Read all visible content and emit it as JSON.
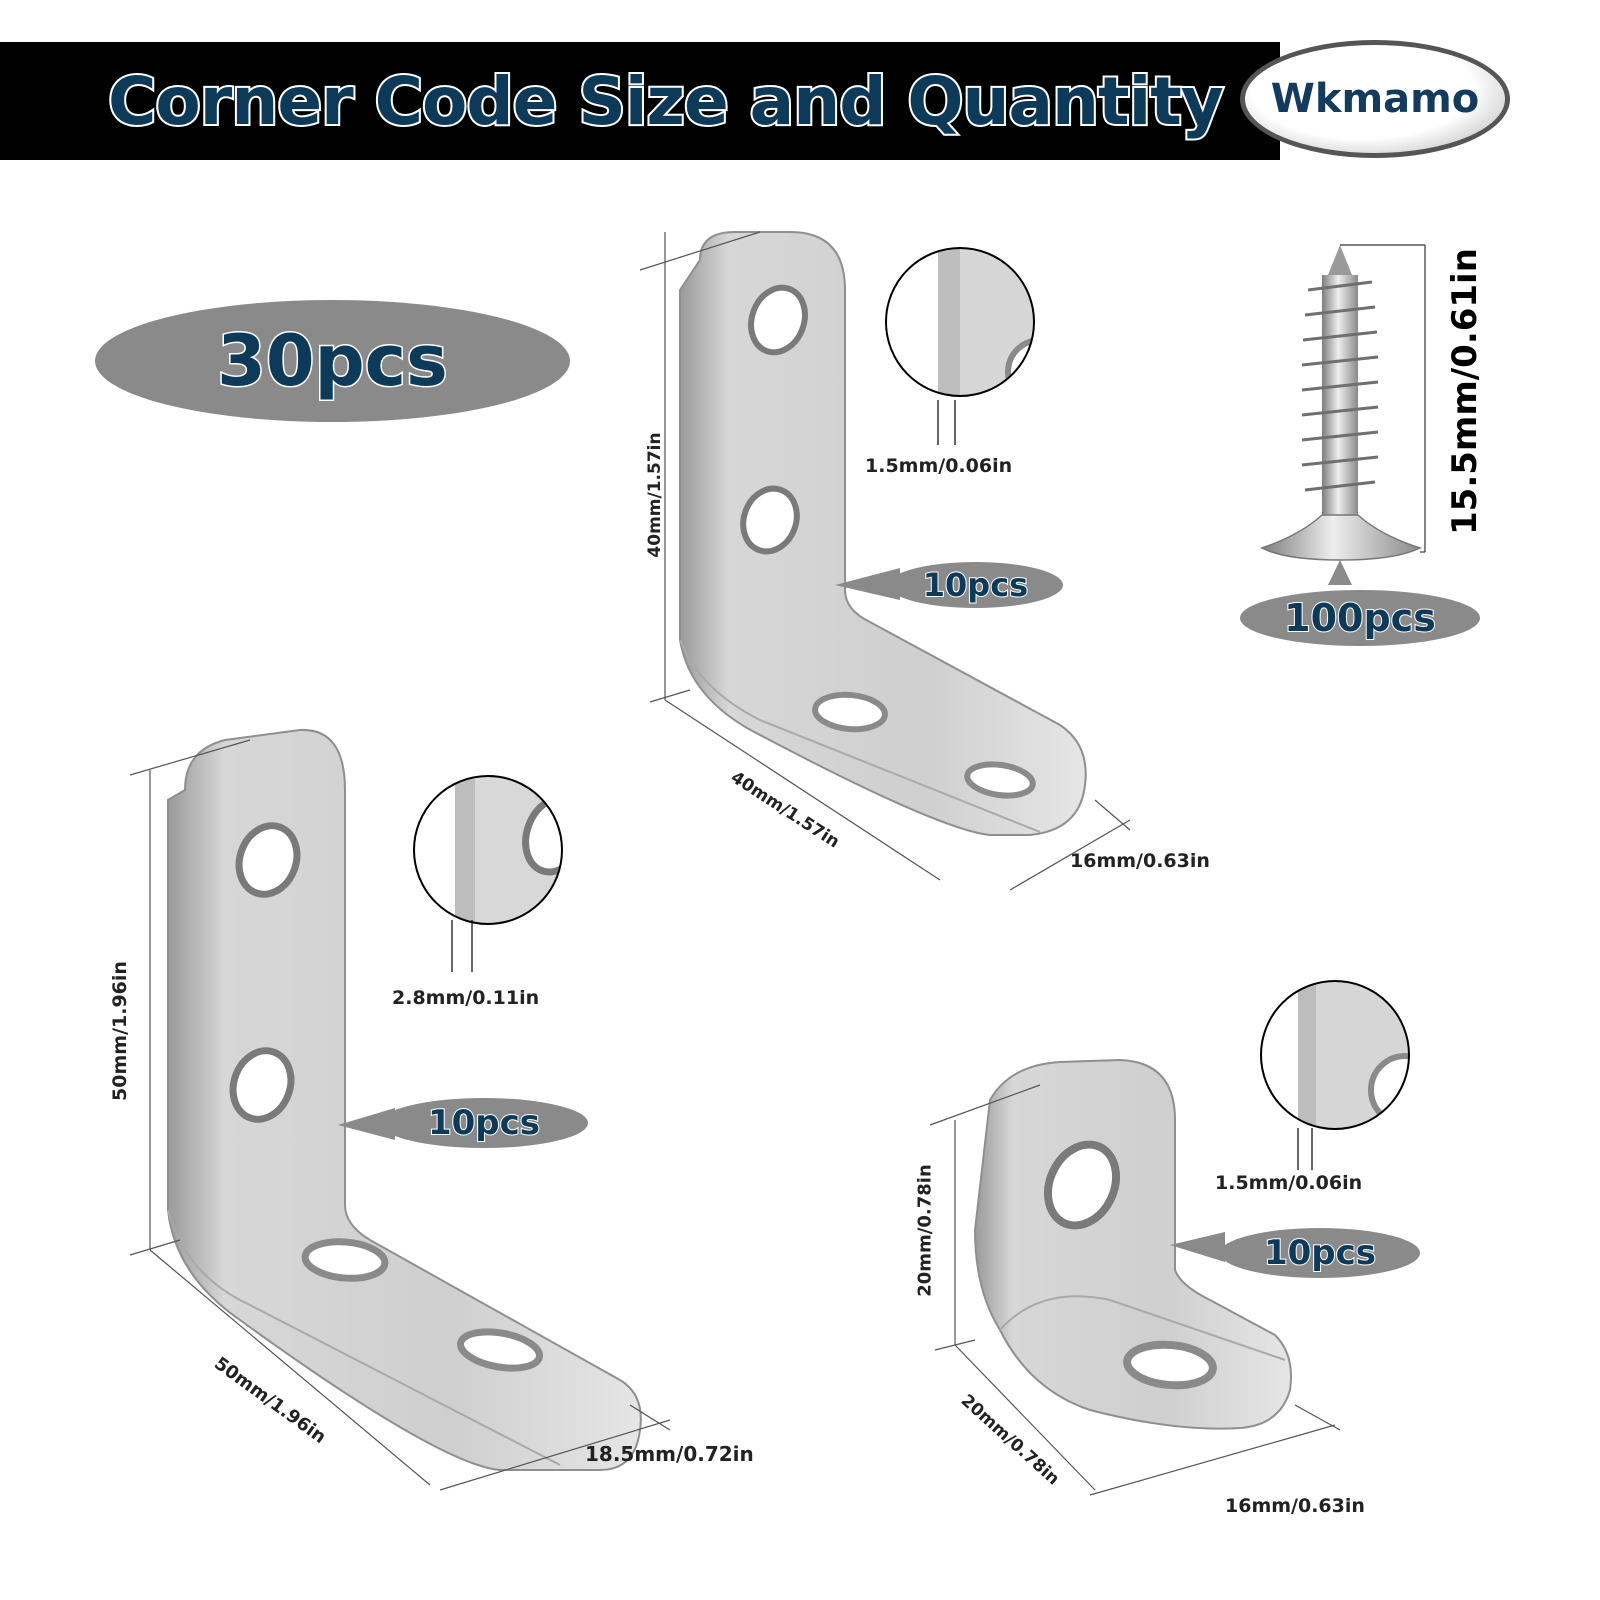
{
  "header": {
    "title": "Corner Code Size and Quantity",
    "brand": "Wkmamo"
  },
  "total_quantity": "30pcs",
  "screw": {
    "quantity": "100pcs",
    "length": "15.5mm/0.61in"
  },
  "bracket_medium": {
    "quantity": "10pcs",
    "height": "40mm/1.57in",
    "length": "40mm/1.57in",
    "width": "16mm/0.63in",
    "thickness": "1.5mm/0.06in"
  },
  "bracket_large": {
    "quantity": "10pcs",
    "height": "50mm/1.96in",
    "length": "50mm/1.96in",
    "width": "18.5mm/0.72in",
    "thickness": "2.8mm/0.11in"
  },
  "bracket_small": {
    "quantity": "10pcs",
    "height": "20mm/0.78in",
    "length": "20mm/0.78in",
    "width": "16mm/0.63in",
    "thickness": "1.5mm/0.06in"
  },
  "colors": {
    "title_fill": "#0e3a5a",
    "pill_gray": "#8a8a8a",
    "banner": "#000000",
    "metal": "#c9c9c9"
  }
}
